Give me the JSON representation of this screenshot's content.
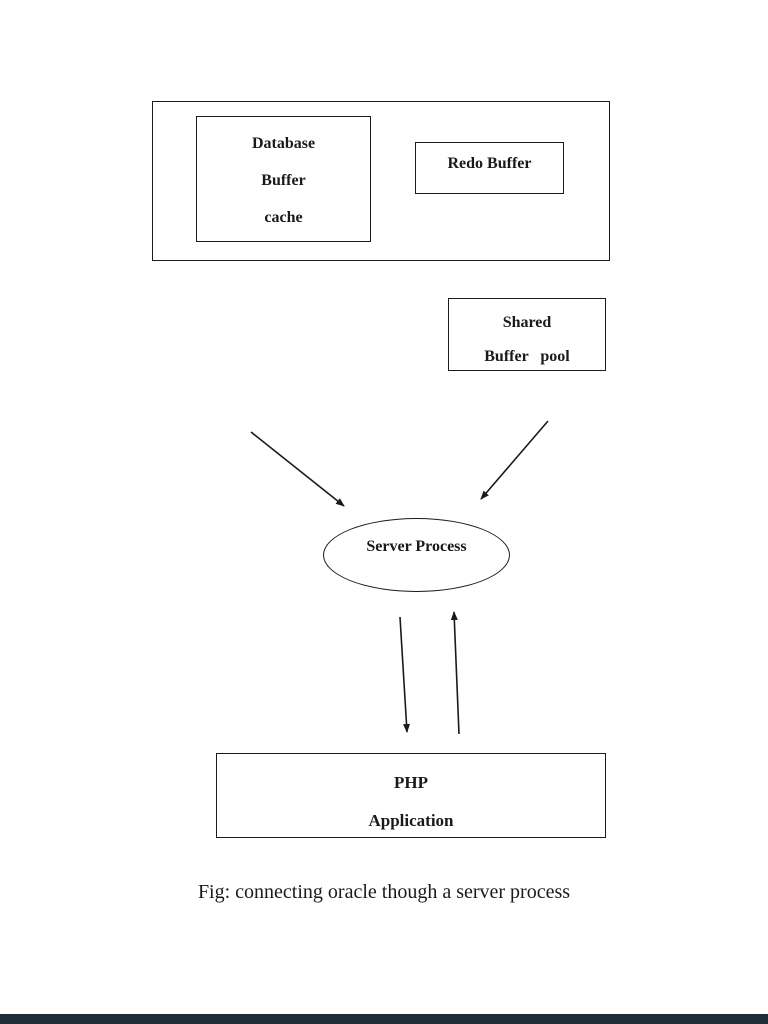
{
  "diagram": {
    "db_buffer_cache": {
      "lines": [
        "Database",
        "Buffer",
        "cache"
      ]
    },
    "redo_buffer": {
      "label": "Redo Buffer"
    },
    "shared_buffer_pool": {
      "lines": [
        "Shared",
        "Buffer   pool"
      ]
    },
    "server_process": {
      "label": "Server Process"
    },
    "php_application": {
      "lines": [
        "PHP",
        "Application"
      ]
    },
    "caption": "Fig: connecting oracle though a server process",
    "arrows": [
      "db-buffer-cache-to-server-process",
      "shared-buffer-pool-to-server-process",
      "server-process-to-php-application",
      "php-application-to-server-process"
    ]
  },
  "colors": {
    "ink": "#1a1a1a",
    "page_background": "#ffffff",
    "footer_bar": "#202c3a"
  }
}
